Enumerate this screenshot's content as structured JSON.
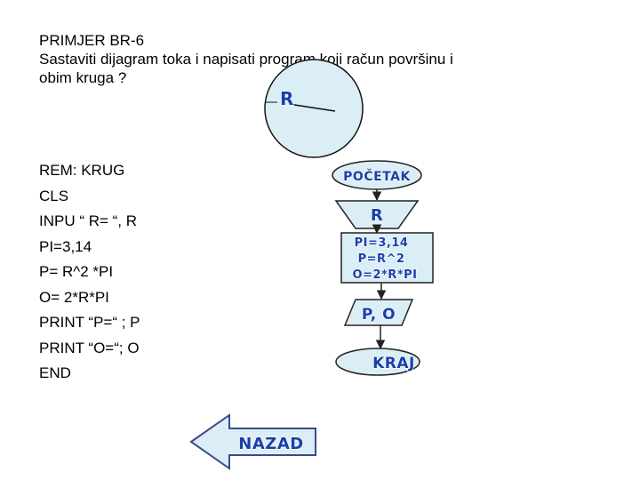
{
  "title": {
    "heading": "PRIMJER BR-6",
    "line1": "Sastaviti dijagram toka i napisati program koji račun površinu i",
    "line2": "obim kruga ?"
  },
  "circle_figure": {
    "radius_label": "R",
    "fill": "#dbeef6",
    "stroke": "#111111"
  },
  "program": {
    "lines": [
      "REM: KRUG",
      "CLS",
      "INPU “ R= “, R",
      "PI=3,14",
      "P= R^2 *PI",
      "O= 2*R*PI",
      "PRINT “P=“ ; P",
      "PRINT “O=“; O",
      "END"
    ]
  },
  "flowchart": {
    "start_label": "POČETAK",
    "input_label": "R",
    "process_lines": [
      "PI=3,14",
      "P=R^2",
      "O=2*R*PI"
    ],
    "output_label": "P, O",
    "end_label": "KRAJ",
    "label_color": "#1a3fa8",
    "shape_fill": "#dbeef6"
  },
  "nav": {
    "back_label": "NAZAD",
    "arrow_fill": "#dbeef6",
    "arrow_stroke": "#3a4a8c"
  }
}
